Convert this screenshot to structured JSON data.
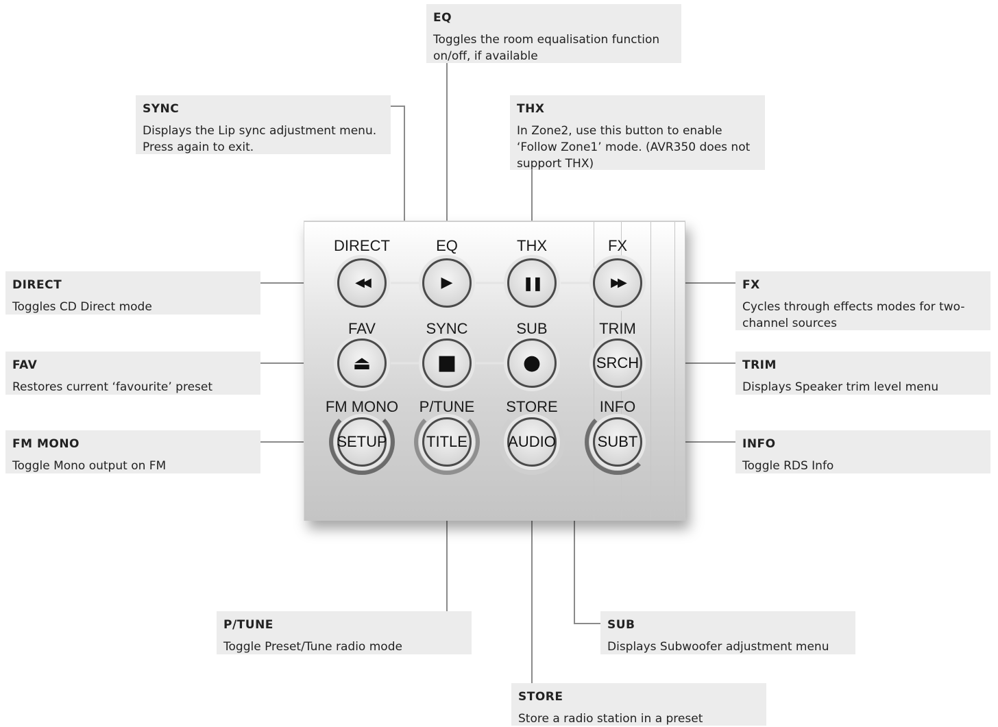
{
  "callouts": {
    "eq": {
      "title": "EQ",
      "desc": "Toggles the room equalisation function on/off, if available"
    },
    "sync": {
      "title": "SYNC",
      "desc": "Displays the Lip sync adjustment menu. Press again to exit."
    },
    "thx": {
      "title": "THX",
      "desc": "In Zone2, use this button to enable ‘Follow Zone1’ mode. (AVR350 does not support THX)"
    },
    "direct": {
      "title": "DIRECT",
      "desc": "Toggles CD Direct mode"
    },
    "fx": {
      "title": "FX",
      "desc": "Cycles through effects modes for two-channel sources"
    },
    "fav": {
      "title": "FAV",
      "desc": "Restores current ‘favourite’ preset"
    },
    "trim": {
      "title": "TRIM",
      "desc": "Displays Speaker trim level menu"
    },
    "fmmono": {
      "title": "FM MONO",
      "desc": "Toggle Mono output on FM"
    },
    "info": {
      "title": "INFO",
      "desc": "Toggle RDS Info"
    },
    "ptune": {
      "title": "P/TUNE",
      "desc": "Toggle Preset/Tune radio mode"
    },
    "sub": {
      "title": "SUB",
      "desc": "Displays Subwoofer adjustment menu"
    },
    "store": {
      "title": "STORE",
      "desc": "Store a radio station in a preset"
    }
  },
  "panel": {
    "labels": {
      "direct": "DIRECT",
      "eq": "EQ",
      "thx": "THX",
      "fx": "FX",
      "fav": "FAV",
      "sync": "SYNC",
      "sub": "SUB",
      "trim": "TRIM",
      "fmmono": "FM MONO",
      "ptune": "P/TUNE",
      "store": "STORE",
      "info": "INFO"
    },
    "buttons": {
      "rewind": {
        "icon": "rewind-icon",
        "glyph": "◀◀"
      },
      "play": {
        "icon": "play-icon",
        "glyph": "▶"
      },
      "pause": {
        "icon": "pause-icon",
        "glyph": "❚❚"
      },
      "forward": {
        "icon": "fast-forward-icon",
        "glyph": "▶▶"
      },
      "eject": {
        "icon": "eject-icon",
        "glyph": "⏏"
      },
      "stop": {
        "icon": "stop-icon",
        "glyph": "■"
      },
      "record": {
        "icon": "record-icon",
        "glyph": "●"
      },
      "srch": {
        "text": "SRCH"
      },
      "setup": {
        "text": "SETUP"
      },
      "title": {
        "text": "TITLE"
      },
      "audio": {
        "text": "AUDIO"
      },
      "subt": {
        "text": "SUBT"
      }
    }
  }
}
